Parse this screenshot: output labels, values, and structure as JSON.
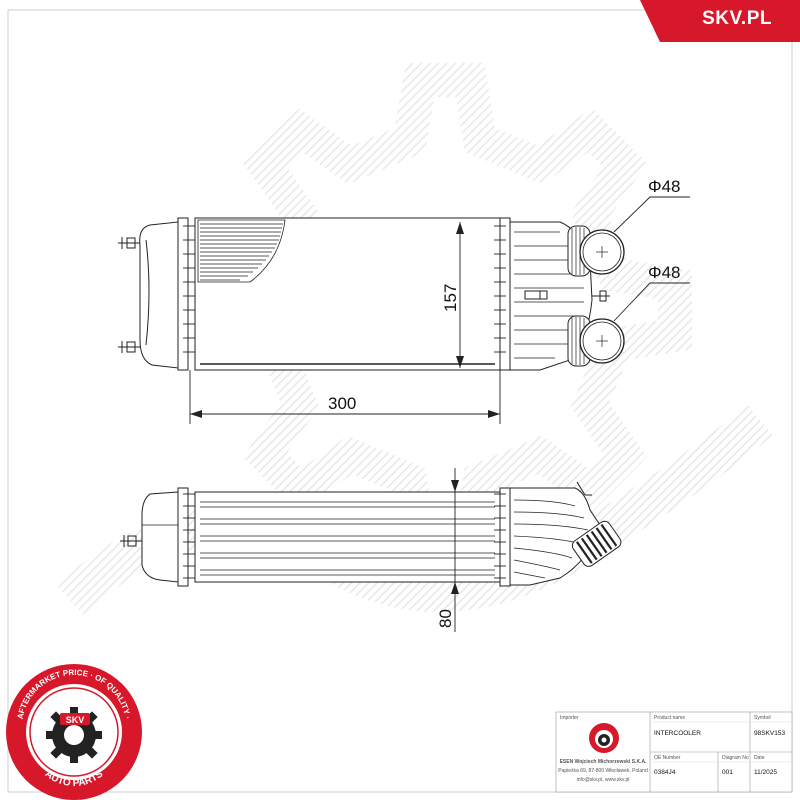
{
  "brand": {
    "site": "SKV.PL",
    "color": "#d7182a"
  },
  "dimensions": {
    "inlet_diameter": "Φ48",
    "outlet_diameter": "Φ48",
    "core_height": "157",
    "core_length": "300",
    "core_depth": "80"
  },
  "badge": {
    "ring_text": "AFTERMARKET PRICE · OF QUALITY ·",
    "center_text": "SKV",
    "bottom_text": "AUTO PARTS"
  },
  "title_block": {
    "importer_label": "Importer",
    "importer_name": "ESEN Wojciech Michorzewski S.K.A.",
    "importer_address": "Papieżka 69, 87-800 Włocławek, Poland",
    "importer_contact": "info@skv.pl, www.skv.pl",
    "product_label": "Product name",
    "product_value": "INTERCOOLER",
    "symbol_label": "Symbol",
    "symbol_value": "98SKV153",
    "oe_label": "OE Number",
    "oe_value": "0384J4",
    "diagram_label": "Diagram No",
    "diagram_value": "001",
    "date_label": "Date",
    "date_value": "11/2025"
  },
  "colors": {
    "line": "#222222",
    "accent": "#d7182a",
    "watermark": "#e9e9e9"
  }
}
